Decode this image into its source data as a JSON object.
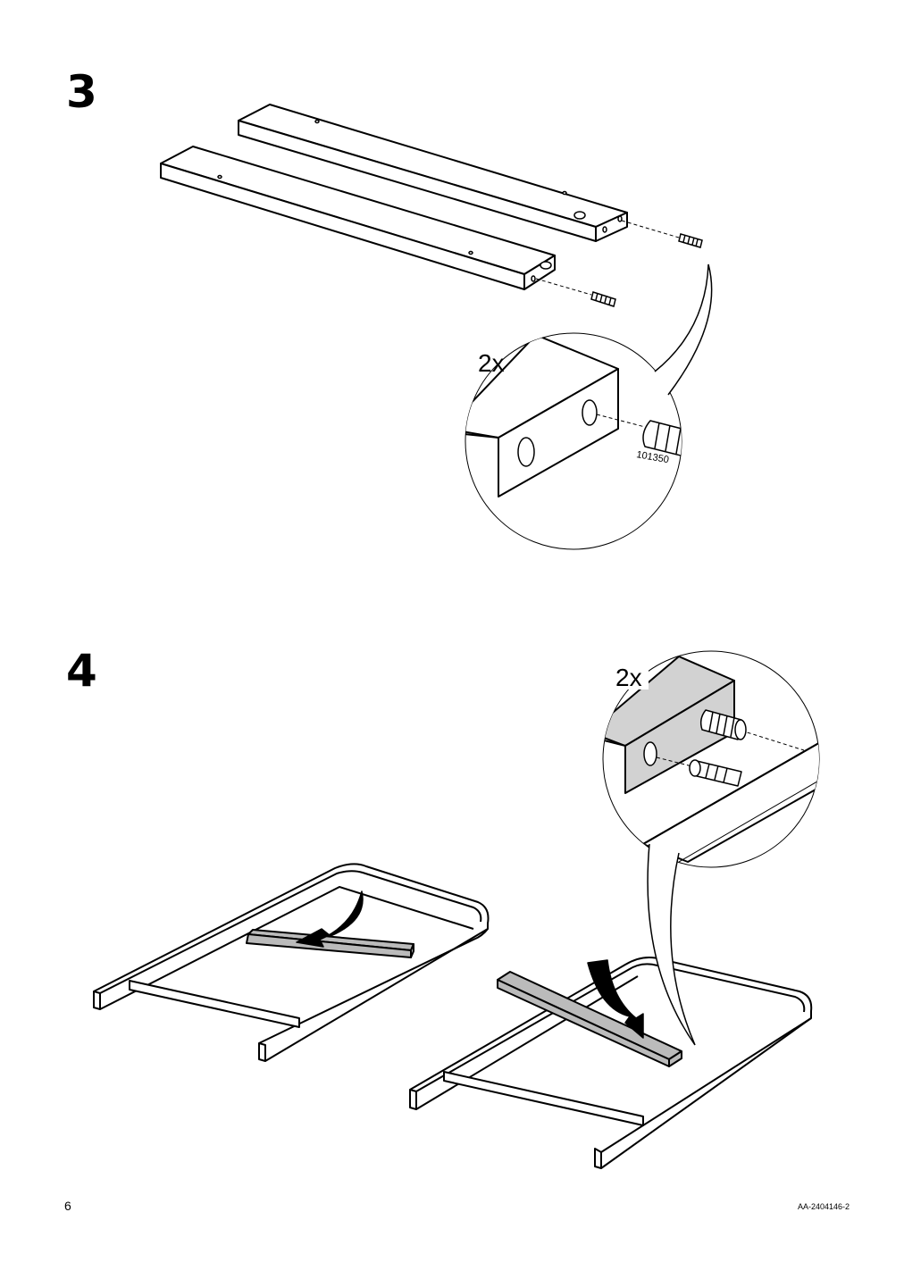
{
  "steps": [
    {
      "number": "3",
      "quantity": "2x",
      "part_number": "101350"
    },
    {
      "number": "4",
      "quantity": "2x"
    }
  ],
  "footer": {
    "page_number": "6",
    "doc_id": "AA-2404146-2"
  }
}
